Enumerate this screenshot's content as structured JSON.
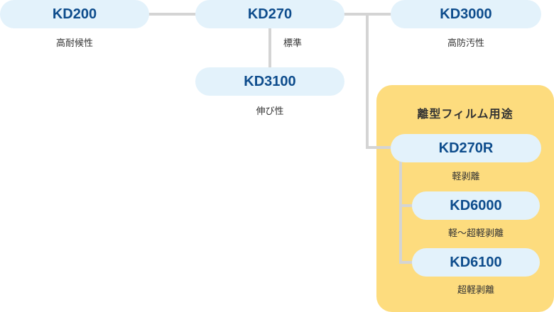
{
  "products": {
    "kd200": {
      "name": "KD200",
      "desc": "高耐候性"
    },
    "kd270": {
      "name": "KD270",
      "desc": "標準"
    },
    "kd3000": {
      "name": "KD3000",
      "desc": "高防汚性"
    },
    "kd3100": {
      "name": "KD3100",
      "desc": "伸び性"
    }
  },
  "release_group": {
    "title": "離型フィルム用途",
    "kd270r": {
      "name": "KD270R",
      "desc": "軽剥離"
    },
    "kd6000": {
      "name": "KD6000",
      "desc": "軽～超軽剥離"
    },
    "kd6100": {
      "name": "KD6100",
      "desc": "超軽剥離"
    }
  },
  "colors": {
    "pill_bg": "#e3f2fb",
    "pill_text": "#0d4c8c",
    "connector": "#d4d4d4",
    "group_bg": "#fddc7e"
  }
}
